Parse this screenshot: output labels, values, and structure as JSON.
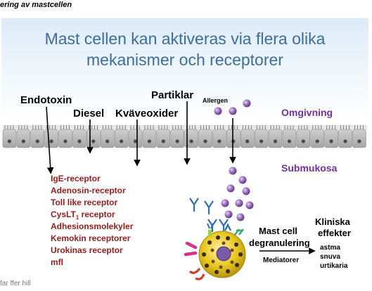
{
  "header": {
    "text": "ering av mastcellen"
  },
  "slide": {
    "title_line1": "Mast cellen kan aktiveras via flera olika",
    "title_line2": "mekanismer och receptorer"
  },
  "external_factors": {
    "endotoxin": "Endotoxin",
    "diesel": "Diesel",
    "kvaveoxider": "Kväveoxider",
    "partiklar": "Partiklar",
    "allergen": "Allergen"
  },
  "zones": {
    "omgivning": "Omgivning",
    "submukosa": "Submukosa"
  },
  "receptors": [
    "IgE-receptor",
    "Adenosin-receptor",
    "Toll like receptor",
    "CysLT",
    "Adhesionsmolekyler",
    "Kemokin receptorer",
    "Urokinas receptor",
    "mfl"
  ],
  "cyslt_subscript": "1",
  "cyslt_suffix": " receptor",
  "mast_cell": {
    "line1": "Mast cell",
    "line2": "degranulering",
    "mediatorer": "Mediatorer"
  },
  "clinical": {
    "line1": "Kliniska",
    "line2": "effekter",
    "items": [
      "astma",
      "snuva",
      "urtikaria"
    ]
  },
  "footer": {
    "text": "far         ffer          hill     "
  },
  "colors": {
    "title": "#3d6e9b",
    "zone_label": "#7030a0",
    "receptor_text": "#9b1b1b",
    "allergen_fill": "#9c6fbf",
    "antibody": "#2e6fb5",
    "granule_yellow": "#f0c419",
    "mast_cell_body": "#e0c21e"
  }
}
